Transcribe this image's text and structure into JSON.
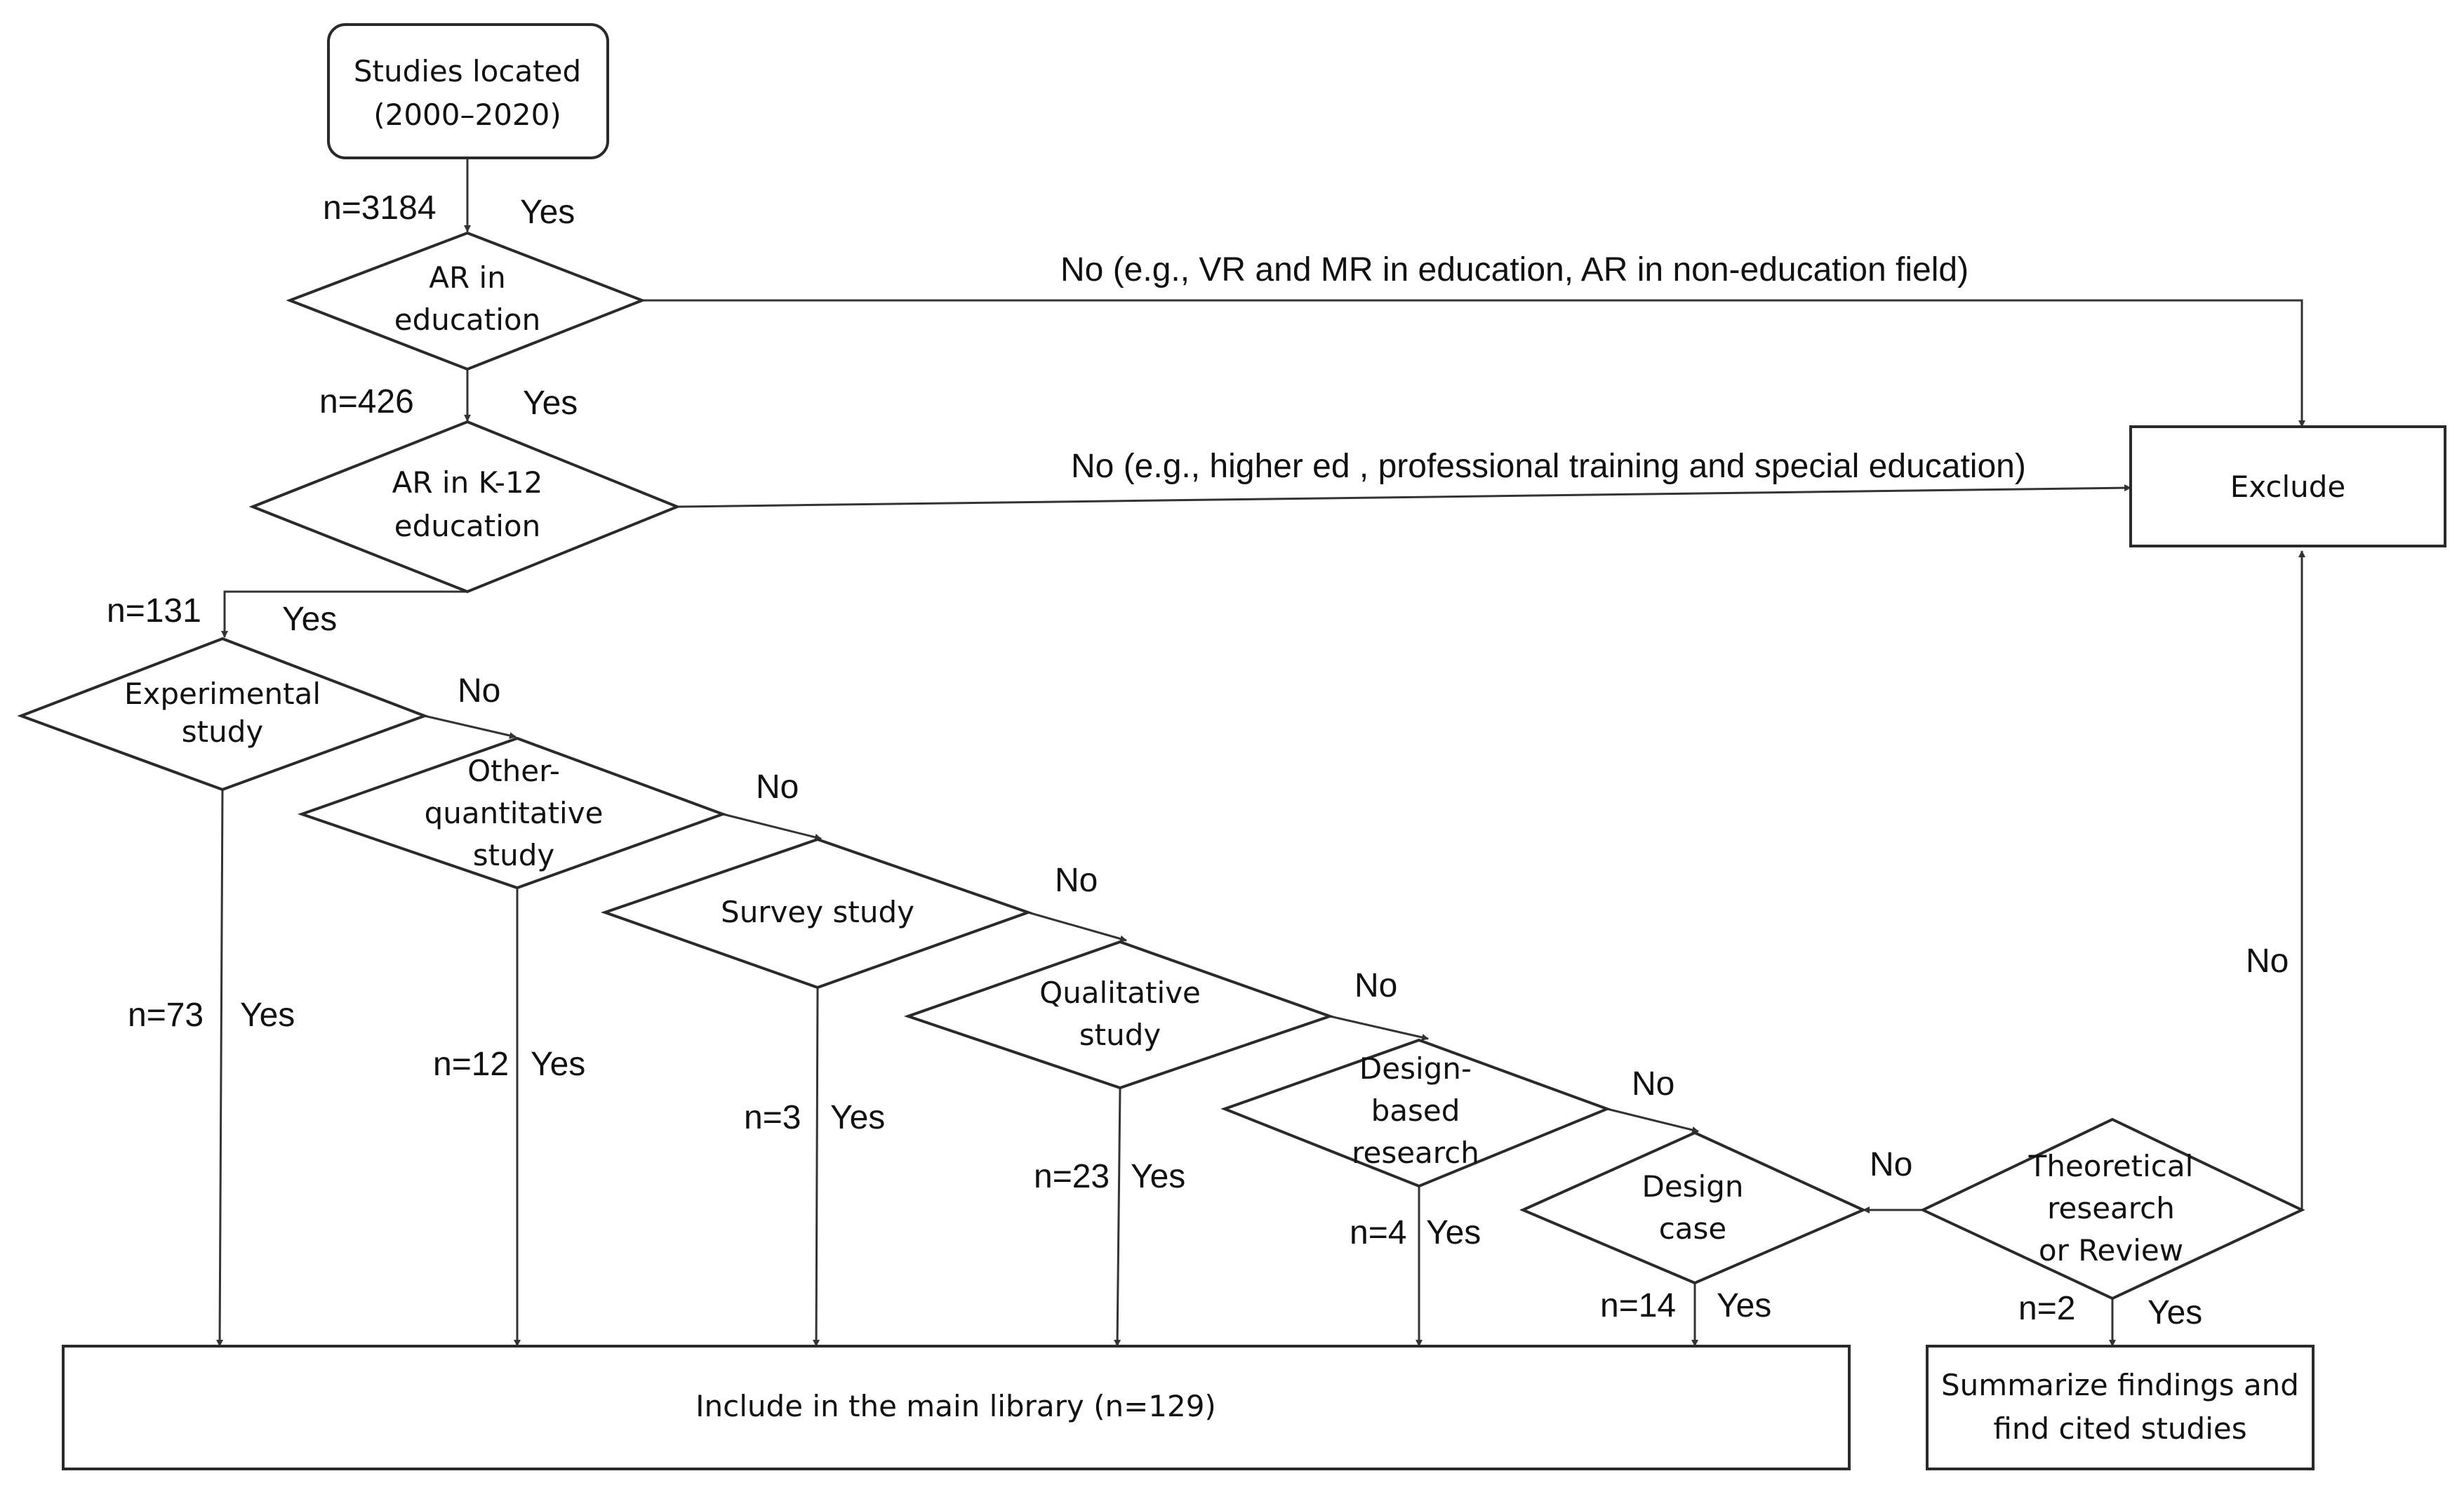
{
  "nodes": {
    "start": [
      "Studies located",
      "(2000–2020)"
    ],
    "ar_edu": [
      "AR in",
      "education"
    ],
    "ar_k12": [
      "AR in K-12",
      "education"
    ],
    "experimental": [
      "Experimental",
      "study"
    ],
    "other_quant": [
      "Other-",
      "quantitative",
      "study"
    ],
    "survey": [
      "Survey study"
    ],
    "qualitative": [
      "Qualitative",
      "study"
    ],
    "dbr": [
      "Design-",
      "based",
      "research"
    ],
    "design_case": [
      "Design",
      "case"
    ],
    "theoretical": [
      "Theoretical",
      "research",
      "or Review"
    ],
    "exclude": [
      "Exclude"
    ],
    "include": [
      "Include in the main library (n=129)"
    ],
    "summarize": [
      "Summarize findings and",
      "find cited studies"
    ]
  },
  "labels": {
    "n_start": "n=3184",
    "yes_start": "Yes",
    "no_ar_edu": "No (e.g., VR and MR in education, AR in non-education field)",
    "n_ar_edu": "n=426",
    "yes_ar_edu": "Yes",
    "no_k12": "No (e.g., higher ed , professional training and special education)",
    "n_k12": "n=131",
    "yes_k12": "Yes",
    "no_exp": "No",
    "no_oq": "No",
    "no_survey": "No",
    "no_qual": "No",
    "no_dbr": "No",
    "no_theory_to_case": "No",
    "no_theory_to_exclude": "No",
    "n_exp": "n=73",
    "yes_exp": "Yes",
    "n_oq": "n=12",
    "yes_oq": "Yes",
    "n_survey": "n=3",
    "yes_survey": "Yes",
    "n_qual": "n=23",
    "yes_qual": "Yes",
    "n_dbr": "n=4",
    "yes_dbr": "Yes",
    "n_case": "n=14",
    "yes_case": "Yes",
    "n_theory": "n=2",
    "yes_theory": "Yes"
  }
}
